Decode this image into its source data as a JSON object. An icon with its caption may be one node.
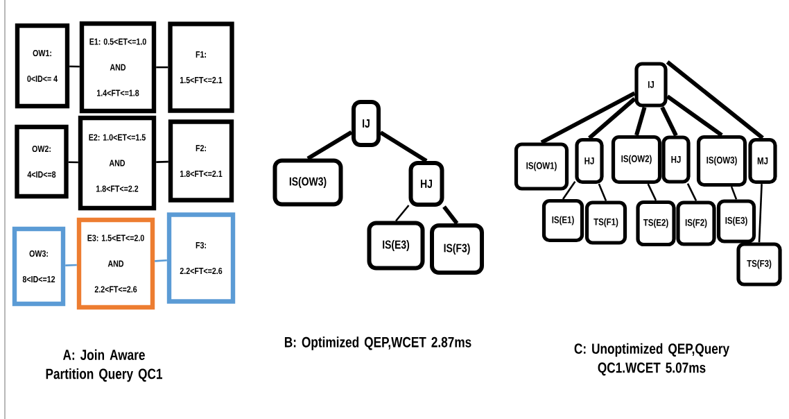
{
  "diagram": {
    "nodes": [
      {
        "text": [
          "OW1:",
          "0<ID<= 4"
        ]
      },
      {
        "text": [
          "E1: 0.5<ET<=1.0",
          "AND",
          "1.4<FT<=1.8"
        ]
      },
      {
        "text": [
          "F1:",
          "1.5<FT<=2.1"
        ]
      },
      {
        "text": [
          "OW2:",
          "4<ID<=8"
        ]
      },
      {
        "text": [
          "E2: 1.0<ET<=1.5",
          "AND",
          "1.8<FT<=2.2"
        ]
      },
      {
        "text": [
          "F2:",
          "1.8<FT<=2.1"
        ]
      },
      {
        "text": [
          "OW3:",
          "8<ID<=12"
        ]
      },
      {
        "text": [
          "E3: 1.5<ET<=2.0",
          "AND",
          "2.2<FT<=2.6"
        ]
      },
      {
        "text": [
          "F3:",
          "2.2<FT<=2.6"
        ]
      },
      {
        "text": [
          "IJ"
        ]
      },
      {
        "text": [
          "IS(OW3)"
        ]
      },
      {
        "text": [
          "HJ"
        ]
      },
      {
        "text": [
          "IS(E3)"
        ]
      },
      {
        "text": [
          "IS(F3)"
        ]
      },
      {
        "text": [
          "IJ"
        ]
      },
      {
        "text": [
          "IS(OW1)"
        ]
      },
      {
        "text": [
          "HJ"
        ]
      },
      {
        "text": [
          "IS(OW2)"
        ]
      },
      {
        "text": [
          "HJ"
        ]
      },
      {
        "text": [
          "IS(OW3)"
        ]
      },
      {
        "text": [
          "MJ"
        ]
      },
      {
        "text": [
          "IS(E1)"
        ]
      },
      {
        "text": [
          "TS(F1)"
        ]
      },
      {
        "text": [
          "TS(E2)"
        ]
      },
      {
        "text": [
          "IS(F2)"
        ]
      },
      {
        "text": [
          "IS(E3)"
        ]
      },
      {
        "text": [
          "TS(F3)"
        ]
      }
    ],
    "edges": [
      {
        "from": 0,
        "to": 1,
        "arrow": "none"
      },
      {
        "from": 1,
        "to": 2,
        "arrow": "none"
      },
      {
        "from": 3,
        "to": 4,
        "arrow": "none"
      },
      {
        "from": 4,
        "to": 5,
        "arrow": "none"
      },
      {
        "from": 6,
        "to": 7,
        "arrow": "none",
        "color": "#5b9bd5"
      },
      {
        "from": 7,
        "to": 8,
        "arrow": "none",
        "color": "#5b9bd5"
      },
      {
        "from": 9,
        "to": 10,
        "arrow": "none",
        "style": "thick"
      },
      {
        "from": 9,
        "to": 11,
        "arrow": "none",
        "style": "thick"
      },
      {
        "from": 11,
        "to": 12,
        "arrow": "none"
      },
      {
        "from": 11,
        "to": 13,
        "arrow": "none",
        "style": "thick"
      },
      {
        "from": 14,
        "to": 15,
        "arrow": "none",
        "style": "thick"
      },
      {
        "from": 14,
        "to": 16,
        "arrow": "none",
        "style": "thick"
      },
      {
        "from": 14,
        "to": 17,
        "arrow": "none",
        "style": "thick"
      },
      {
        "from": 14,
        "to": 18,
        "arrow": "none",
        "style": "thick"
      },
      {
        "from": 14,
        "to": 19,
        "arrow": "none",
        "style": "thick"
      },
      {
        "from": 14,
        "to": 20,
        "arrow": "none",
        "style": "thick"
      },
      {
        "from": 16,
        "to": 21,
        "arrow": "none"
      },
      {
        "from": 16,
        "to": 22,
        "arrow": "none"
      },
      {
        "from": 17,
        "to": 23,
        "arrow": "none"
      },
      {
        "from": 18,
        "to": 24,
        "arrow": "none"
      },
      {
        "from": 19,
        "to": 25,
        "arrow": "none"
      },
      {
        "from": 20,
        "to": 26,
        "arrow": "none"
      }
    ],
    "labels": [
      "A: Join Aware Partition Query QC1",
      "B: Optimized QEP,WCET 2.87ms",
      "C: Unoptimized QEP,Query QC1.WCET 5.07ms"
    ]
  }
}
